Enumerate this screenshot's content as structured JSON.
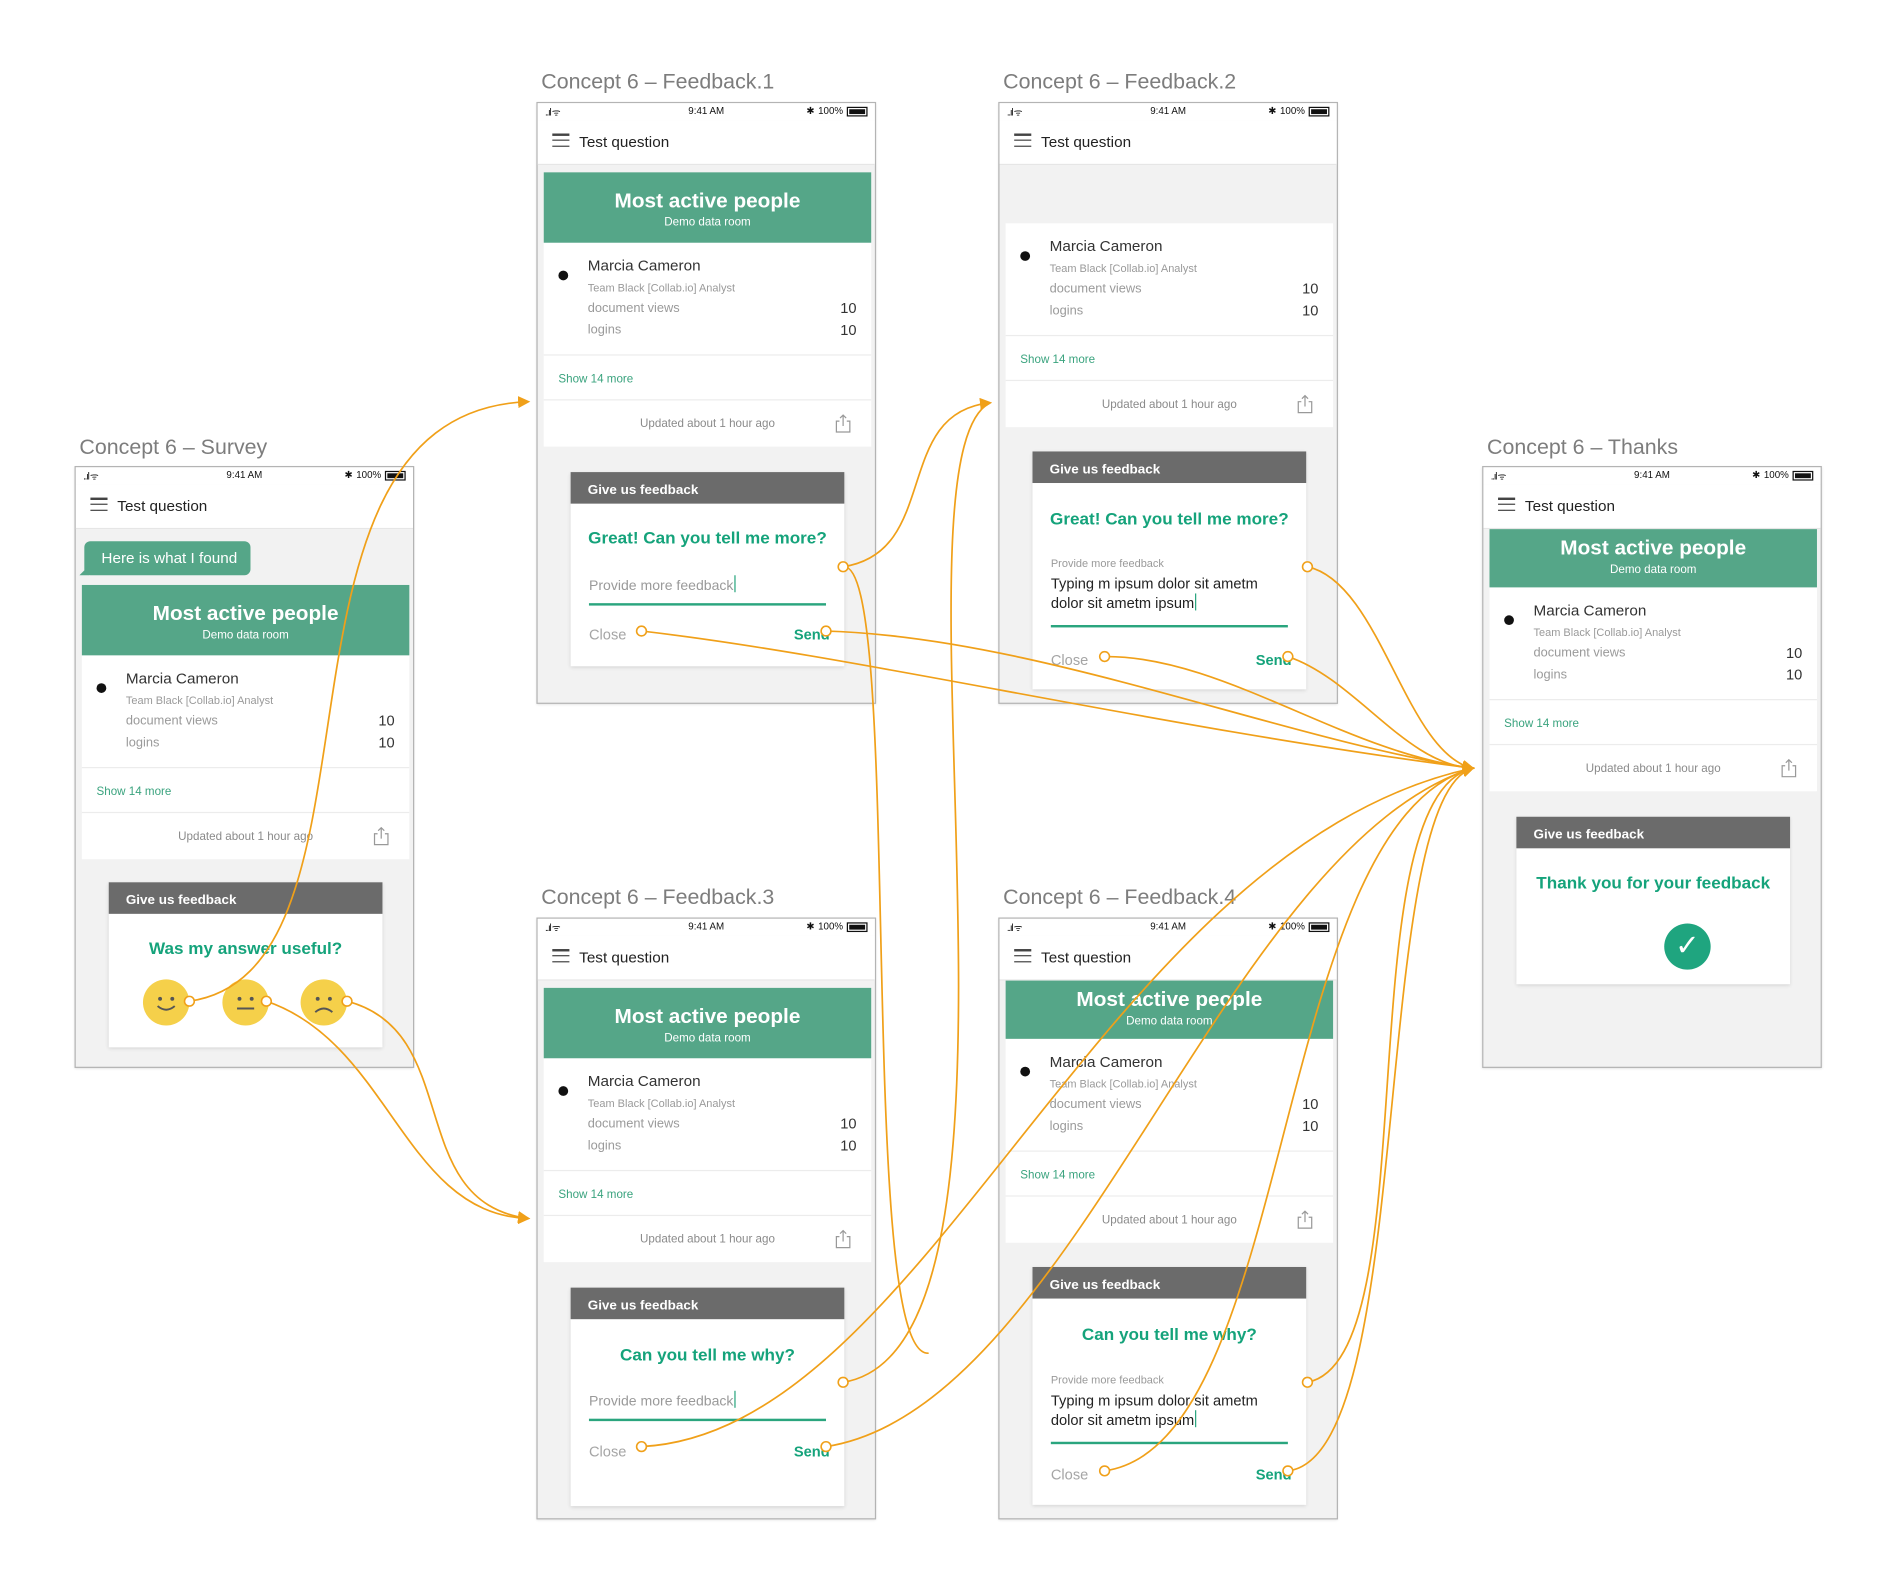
{
  "screens": {
    "survey": "Concept 6 – Survey",
    "fb1": "Concept 6 – Feedback.1",
    "fb2": "Concept 6 – Feedback.2",
    "fb3": "Concept 6 – Feedback.3",
    "fb4": "Concept 6 – Feedback.4",
    "thanks": "Concept 6 – Thanks"
  },
  "status": {
    "time": "9:41 AM",
    "battery": "100%",
    "bluetooth": "✱",
    "signal": "..ıl ᯤ"
  },
  "nav": {
    "title": "Test question"
  },
  "bubble": "Here is what I found",
  "card": {
    "title": "Most active people",
    "subtitle": "Demo data room",
    "person": {
      "name": "Marcia Cameron",
      "role": "Team Black [Collab.io] Analyst",
      "metric1_label": "document views",
      "metric1_value": "10",
      "metric2_label": "logins",
      "metric2_value": "10"
    },
    "more": "Show 14 more",
    "updated": "Updated about 1 hour ago"
  },
  "feedback": {
    "header": "Give us feedback",
    "q_survey": "Was my answer useful?",
    "q_great": "Great! Can you tell me more?",
    "q_why": "Can you tell me why?",
    "placeholder": "Provide more feedback",
    "label": "Provide more feedback",
    "typed_line1": "Typing m ipsum dolor sit ametm",
    "typed_line2": "dolor sit ametm ipsum",
    "close": "Close",
    "send": "Send",
    "thanks": "Thank you for your feedback",
    "check": "✓"
  },
  "colors": {
    "accent": "#55a688",
    "teal_text": "#15a37b",
    "arrow": "#f0a019",
    "header_gray": "#6b6b6b"
  },
  "icons": [
    "menu-icon",
    "share-icon",
    "smiley-happy-icon",
    "smiley-neutral-icon",
    "smiley-sad-icon",
    "check-icon",
    "arrow-icon"
  ]
}
